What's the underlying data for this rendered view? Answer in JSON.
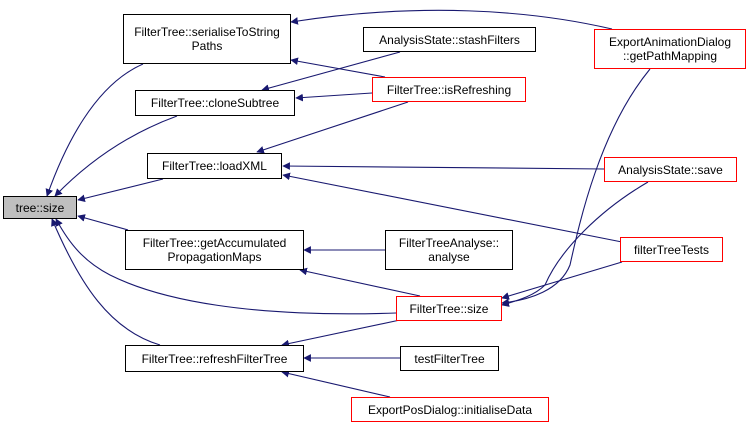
{
  "diagram": {
    "title": "Caller graph of tree::size",
    "colors": {
      "edge": "#191970",
      "node_border": "#000000",
      "node_border_truncated": "#ff0000",
      "root_fill": "#bfbfbf",
      "node_fill": "#ffffff"
    },
    "nodes": [
      {
        "id": "tree_size",
        "label": "tree::size",
        "kind": "root"
      },
      {
        "id": "ft_serialise",
        "label": "FilterTree::serialiseToString\nPaths",
        "kind": "normal"
      },
      {
        "id": "ft_clone",
        "label": "FilterTree::cloneSubtree",
        "kind": "normal"
      },
      {
        "id": "ft_loadxml",
        "label": "FilterTree::loadXML",
        "kind": "normal"
      },
      {
        "id": "ft_getacc",
        "label": "FilterTree::getAccumulated\nPropagationMaps",
        "kind": "normal"
      },
      {
        "id": "ft_refresh",
        "label": "FilterTree::refreshFilterTree",
        "kind": "normal"
      },
      {
        "id": "as_stash",
        "label": "AnalysisState::stashFilters",
        "kind": "normal"
      },
      {
        "id": "ft_isrefreshing",
        "label": "FilterTree::isRefreshing",
        "kind": "truncated"
      },
      {
        "id": "ead_getpath",
        "label": "ExportAnimationDialog\n::getPathMapping",
        "kind": "truncated"
      },
      {
        "id": "as_save",
        "label": "AnalysisState::save",
        "kind": "truncated"
      },
      {
        "id": "ftt",
        "label": "filterTreeTests",
        "kind": "truncated"
      },
      {
        "id": "fta_analyse",
        "label": "FilterTreeAnalyse::\nanalyse",
        "kind": "normal"
      },
      {
        "id": "ft_size",
        "label": "FilterTree::size",
        "kind": "truncated"
      },
      {
        "id": "test_ft",
        "label": "testFilterTree",
        "kind": "normal"
      },
      {
        "id": "epd_init",
        "label": "ExportPosDialog::initialiseData",
        "kind": "truncated"
      }
    ],
    "edges": [
      {
        "from": "ft_serialise",
        "to": "tree_size"
      },
      {
        "from": "ft_clone",
        "to": "tree_size"
      },
      {
        "from": "ft_loadxml",
        "to": "tree_size"
      },
      {
        "from": "ft_getacc",
        "to": "tree_size"
      },
      {
        "from": "ft_size",
        "to": "tree_size"
      },
      {
        "from": "ft_refresh",
        "to": "tree_size"
      },
      {
        "from": "ead_getpath",
        "to": "ft_serialise"
      },
      {
        "from": "ft_isrefreshing",
        "to": "ft_serialise"
      },
      {
        "from": "as_stash",
        "to": "ft_clone"
      },
      {
        "from": "ft_isrefreshing",
        "to": "ft_clone"
      },
      {
        "from": "ft_isrefreshing",
        "to": "ft_loadxml"
      },
      {
        "from": "as_save",
        "to": "ft_loadxml"
      },
      {
        "from": "ftt",
        "to": "ft_loadxml"
      },
      {
        "from": "fta_analyse",
        "to": "ft_getacc"
      },
      {
        "from": "ft_size",
        "to": "ft_getacc"
      },
      {
        "from": "ead_getpath",
        "to": "ft_size"
      },
      {
        "from": "as_save",
        "to": "ft_size"
      },
      {
        "from": "ftt",
        "to": "ft_size"
      },
      {
        "from": "ft_size",
        "to": "ft_refresh"
      },
      {
        "from": "test_ft",
        "to": "ft_refresh"
      },
      {
        "from": "epd_init",
        "to": "ft_refresh"
      }
    ]
  }
}
